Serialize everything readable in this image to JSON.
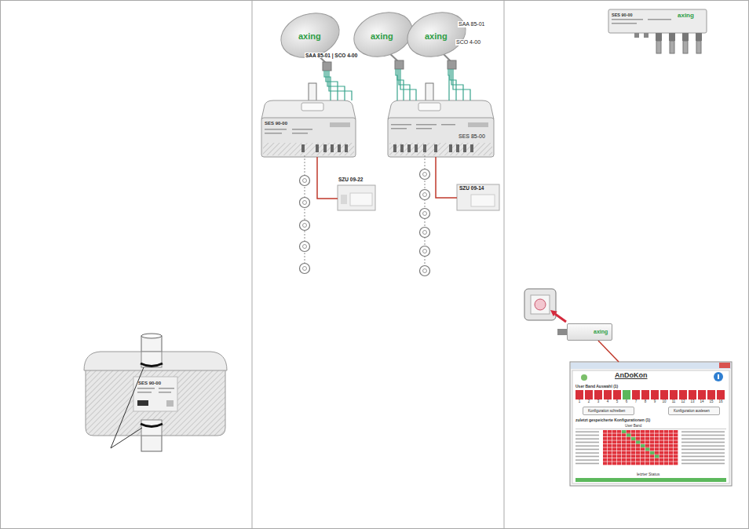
{
  "diagram": {
    "nodes": [
      {
        "text": [
          "SES 90-00"
        ]
      },
      {
        "text": [
          "axing",
          "SAA 85-01 | SCO 4-00"
        ]
      },
      {
        "text": [
          "SES 90-00"
        ]
      },
      {
        "text": [
          "SZU 09-22"
        ]
      },
      {
        "text": [
          "axing"
        ]
      },
      {
        "text": [
          "axing",
          "SAA 85-01",
          "SCO 4-00"
        ]
      },
      {
        "text": [
          "SES 85-00"
        ]
      },
      {
        "text": [
          "SZU 09-14"
        ]
      },
      {
        "text": [
          "SES 90-00",
          "axing"
        ]
      },
      {
        "text": [
          "axing"
        ]
      },
      {
        "text": [
          "AnDoKon",
          "User Band Auswahl (1)",
          "zuletzt gespeicherte Konfigurationen (1)",
          "User Band",
          "letzter Status"
        ]
      },
      {
        "text": [
          "Konfiguration schreiben"
        ],
        "in": 10
      },
      {
        "text": [
          "Konfiguration auslesen"
        ],
        "in": 10
      }
    ],
    "edges": [
      {
        "from": 1,
        "to": 2,
        "arrow": "none"
      },
      {
        "from": 4,
        "to": 6,
        "arrow": "none"
      },
      {
        "from": 5,
        "to": 6,
        "arrow": "none"
      },
      {
        "from": 2,
        "to": 3,
        "arrow": "none"
      },
      {
        "from": 6,
        "to": 7,
        "arrow": "none"
      },
      {
        "from": 10,
        "to": 9,
        "arrow": "none"
      }
    ],
    "labels": [
      "1",
      "2",
      "3",
      "4",
      "5",
      "6",
      "7",
      "8",
      "9",
      "10",
      "11",
      "12",
      "13",
      "14",
      "15",
      "16"
    ]
  }
}
